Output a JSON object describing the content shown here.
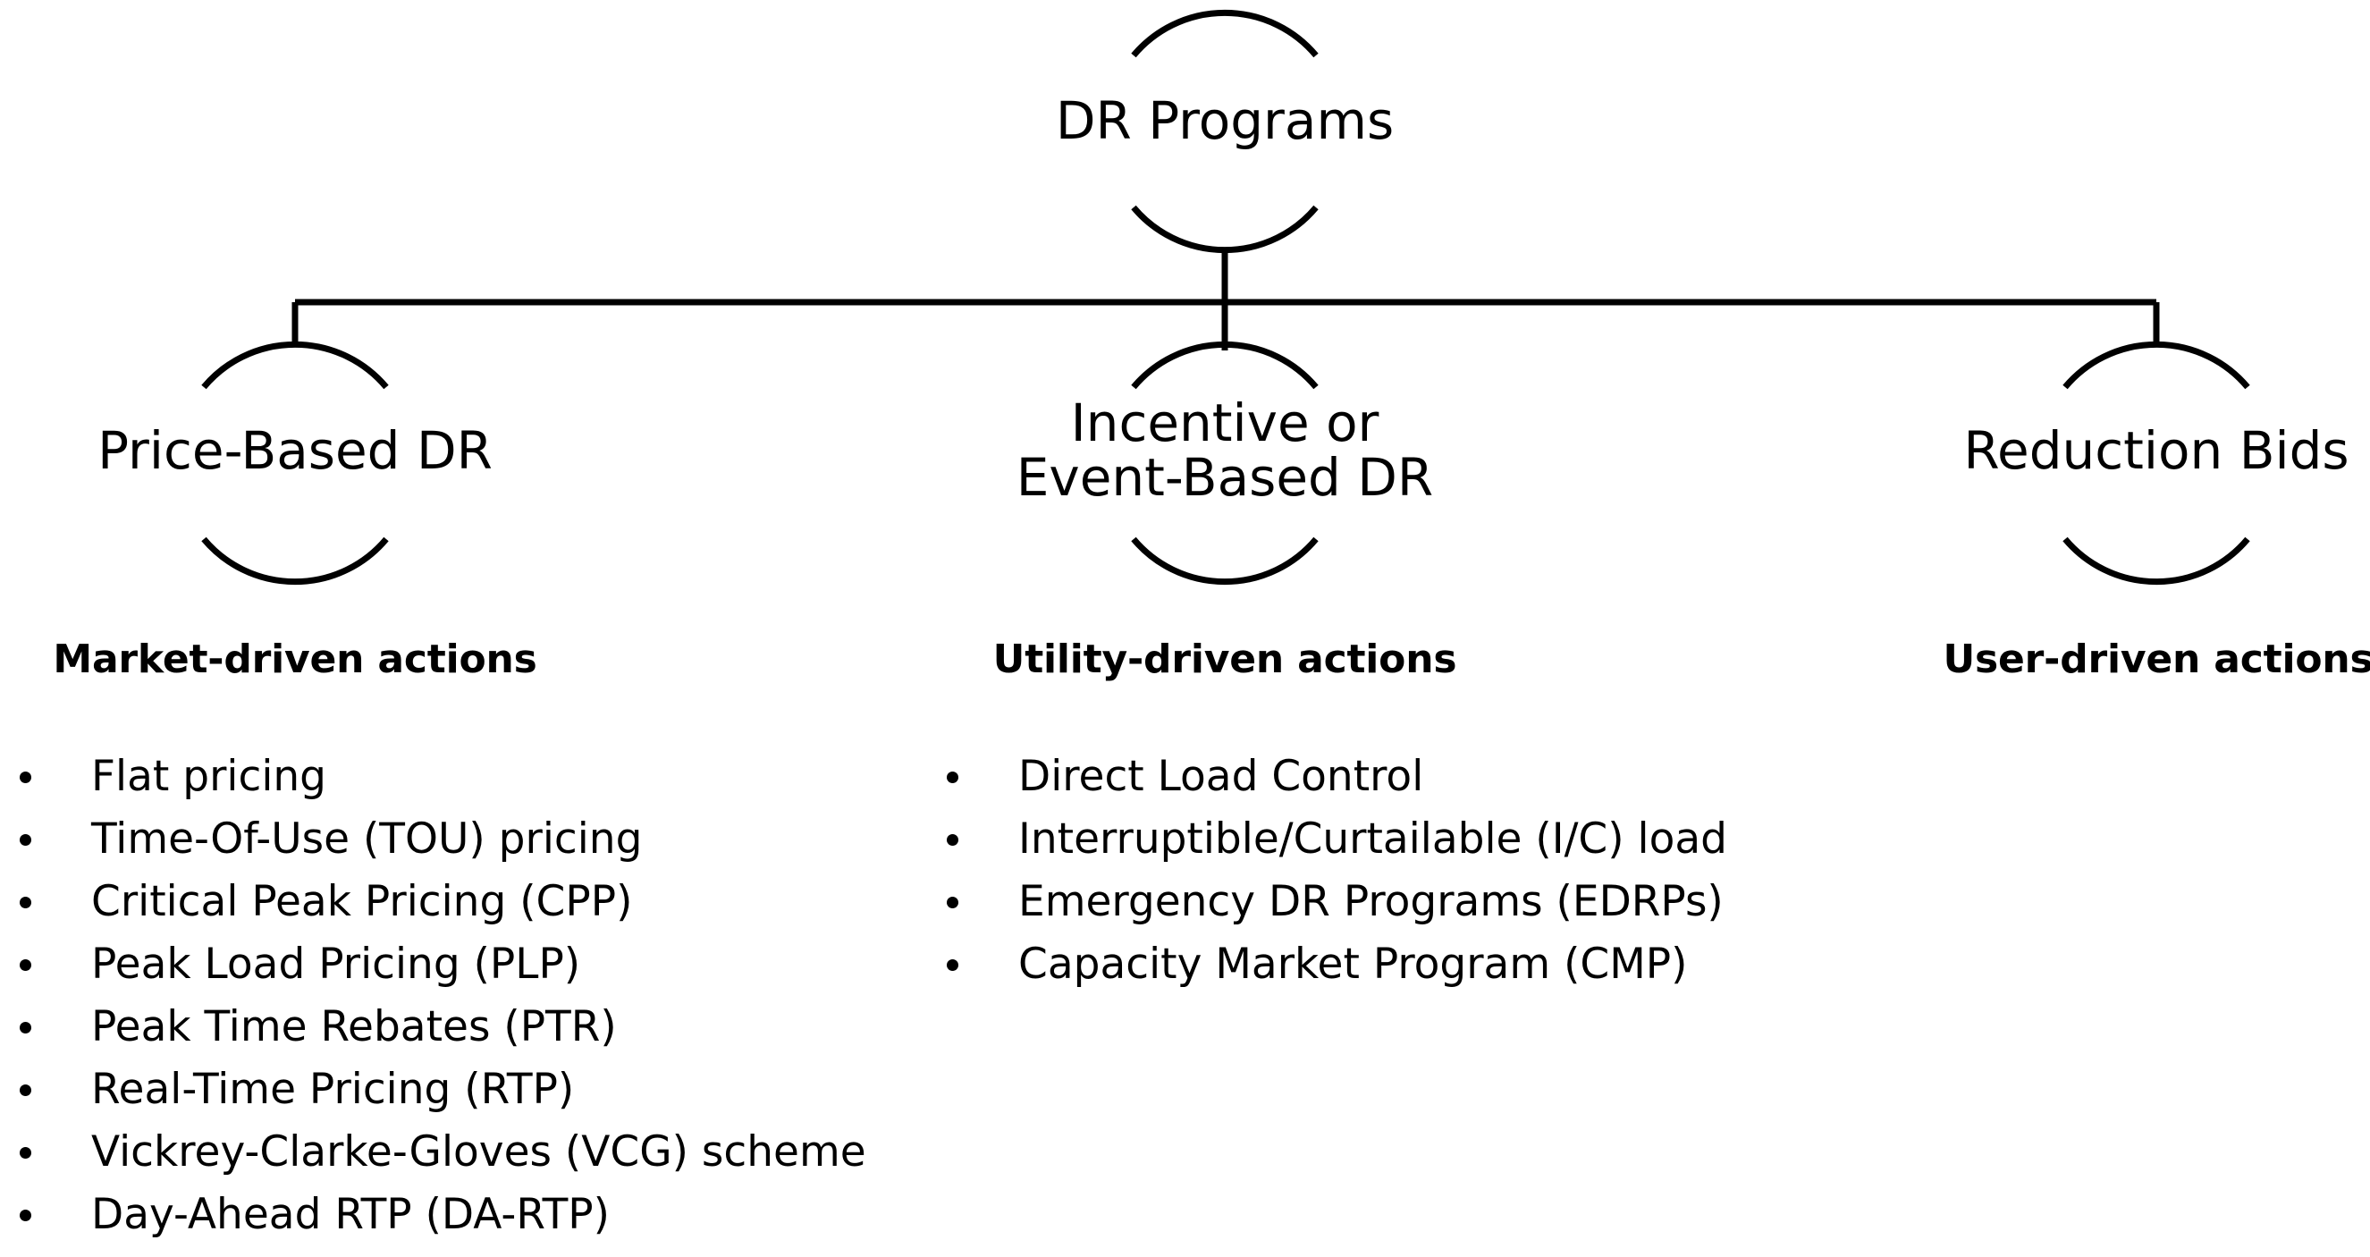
{
  "diagram": {
    "title": "DR Programs",
    "type": "hierarchy-tree",
    "colors": {
      "background": "#ffffff",
      "stroke": "#000000",
      "text": "#000000"
    },
    "root": {
      "label": "DR Programs"
    },
    "branches": [
      {
        "id": "price-based-dr",
        "node_label_line1": "Price-Based DR",
        "node_label_line2": "",
        "header": "Market-driven actions",
        "items": [
          "Flat pricing",
          "Time-Of-Use (TOU) pricing",
          "Critical Peak Pricing (CPP)",
          "Peak Load Pricing (PLP)",
          "Peak Time Rebates (PTR)",
          "Real-Time Pricing (RTP)",
          "Vickrey-Clarke-Gloves (VCG) scheme",
          "Day-Ahead RTP (DA-RTP)"
        ]
      },
      {
        "id": "incentive-event-based-dr",
        "node_label_line1": "Incentive or",
        "node_label_line2": "Event-Based DR",
        "header": "Utility-driven actions",
        "items": [
          "Direct Load Control",
          "Interruptible/Curtailable (I/C) load",
          "Emergency DR Programs (EDRPs)",
          "Capacity Market Program (CMP)"
        ]
      },
      {
        "id": "reduction-bids",
        "node_label_line1": "Reduction Bids",
        "node_label_line2": "",
        "header": "User-driven actions",
        "items": []
      }
    ]
  }
}
